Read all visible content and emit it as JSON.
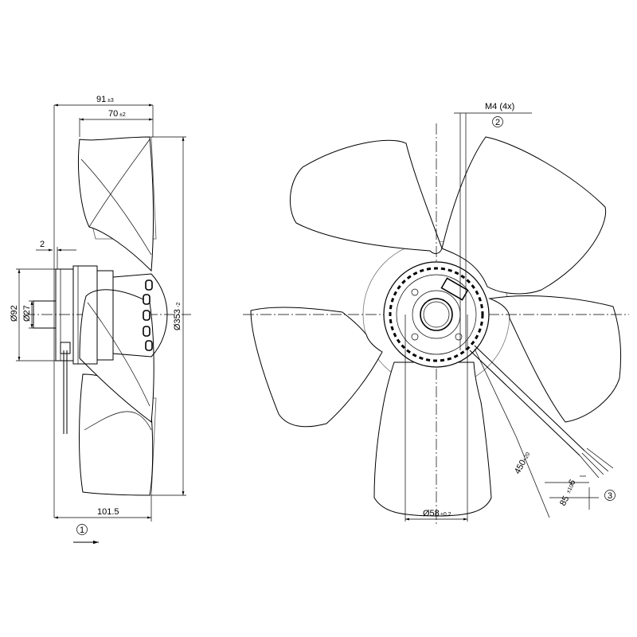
{
  "dimensions": {
    "width_total": {
      "value": "91",
      "tol": "±3"
    },
    "width_blade": {
      "value": "70",
      "tol": "±2"
    },
    "gap": "2",
    "dia_flange": "Ø92",
    "dia_shaft": "Ø27",
    "dia_fan": {
      "value": "Ø353",
      "tol": "-2"
    },
    "overall_depth": "101.5",
    "dia_hub": {
      "value": "Ø58",
      "tol": "±0.2"
    },
    "thread": "M4 (4x)",
    "cable_length": {
      "value": "450",
      "tol": "+20"
    },
    "strip_short": "6",
    "strip_long": {
      "value": "85",
      "tol": "±10"
    }
  },
  "callouts": {
    "airflow": "1",
    "mounting": "2",
    "cable": "3"
  },
  "icons": [
    "airflow-arrow-icon",
    "callout-circle-icon"
  ]
}
